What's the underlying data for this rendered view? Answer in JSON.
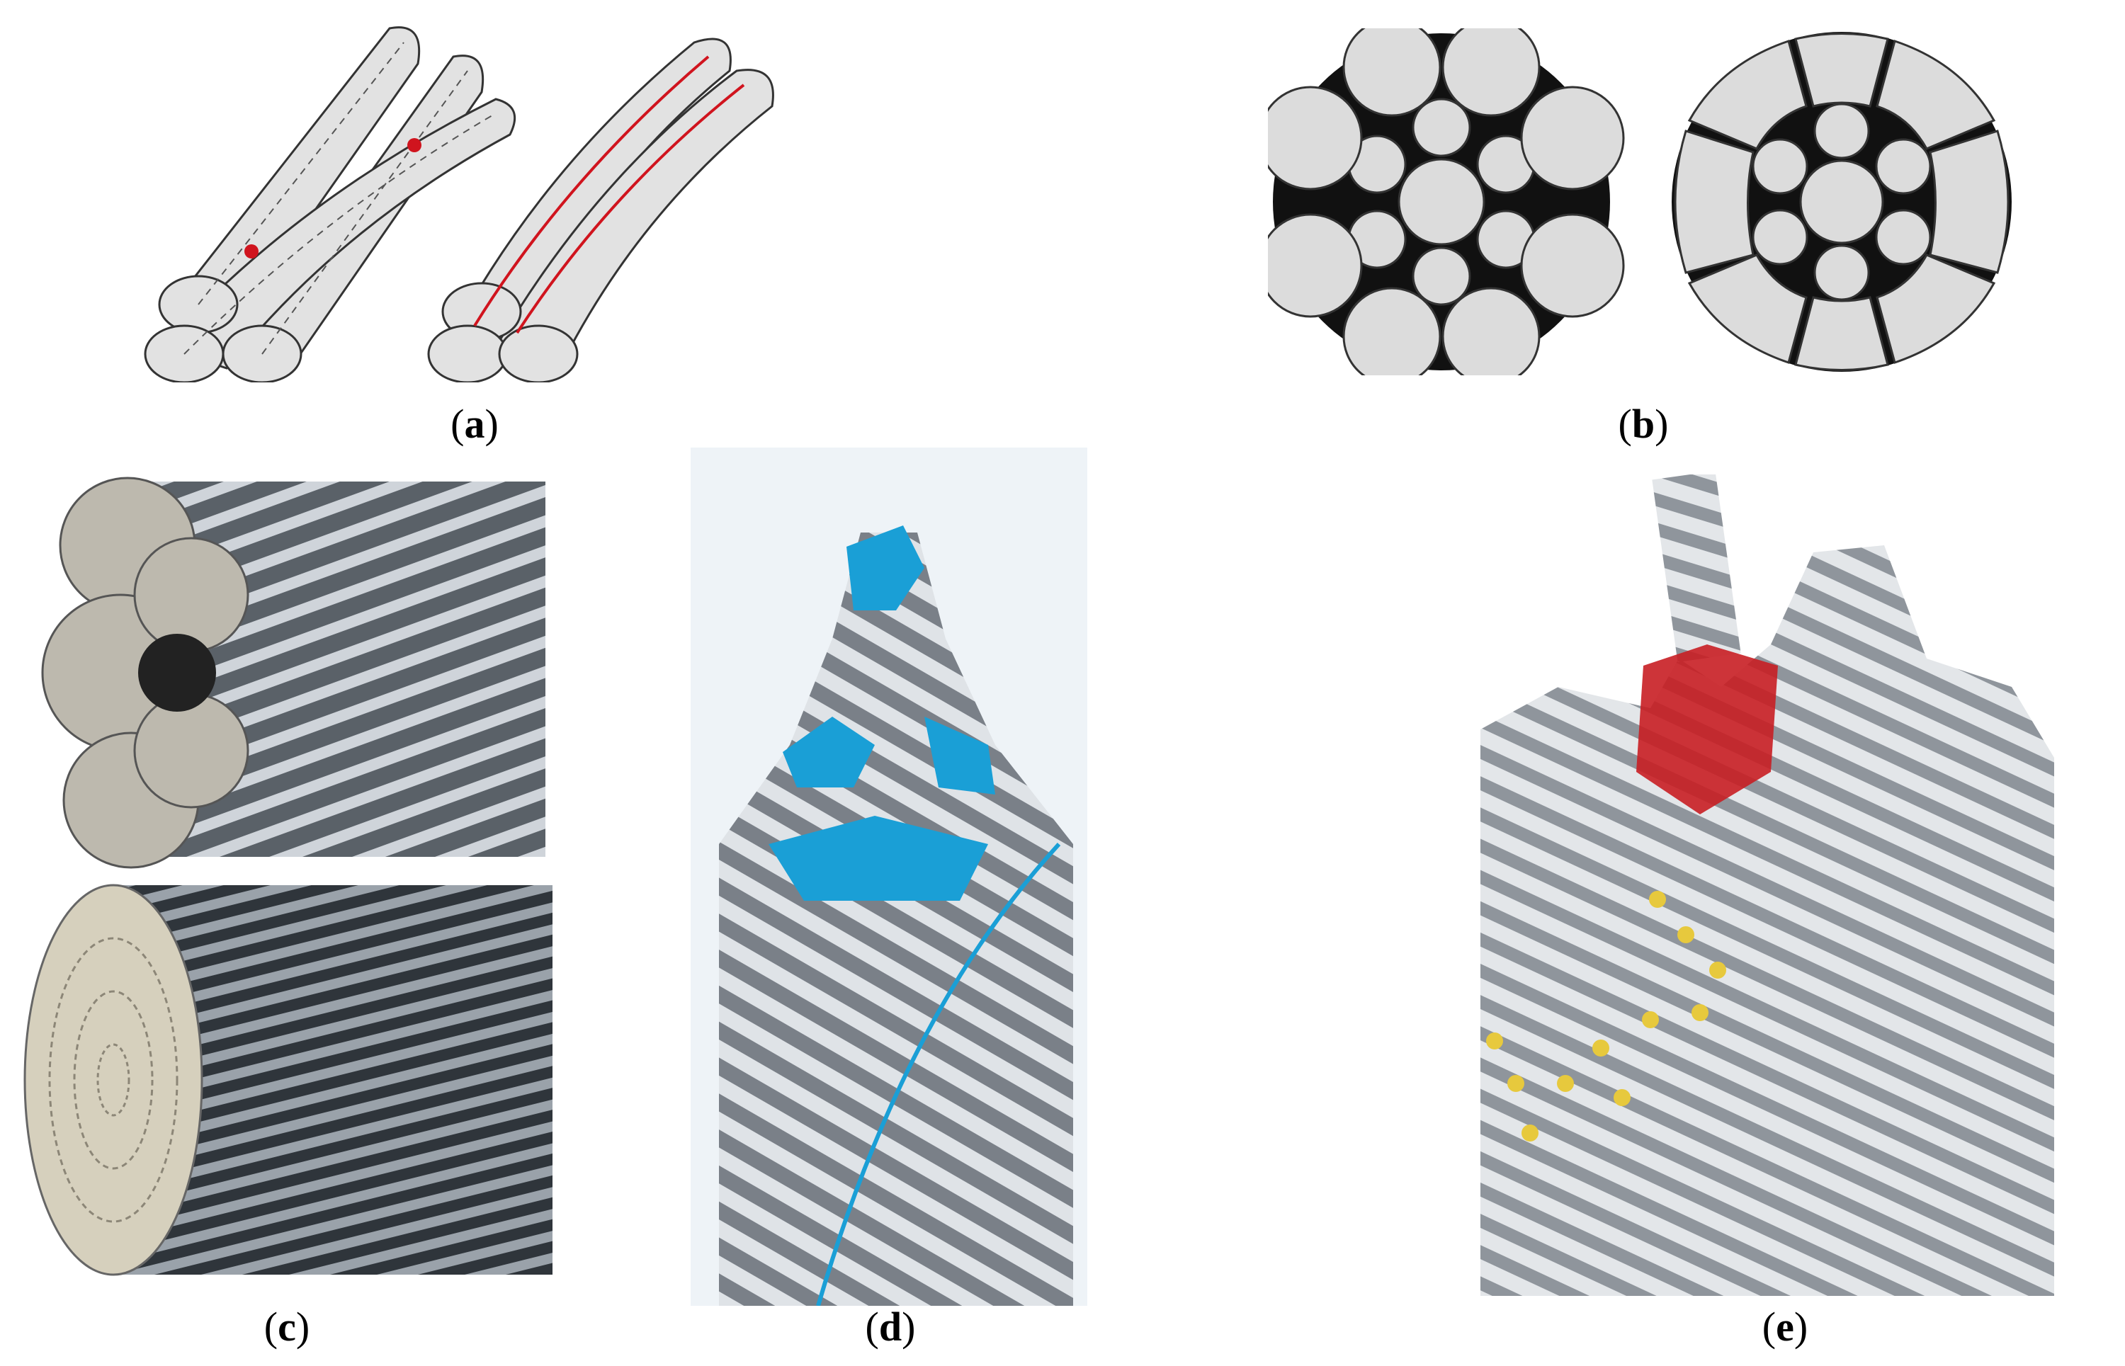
{
  "captions": [
    {
      "id": "a",
      "open": "(",
      "letter": "a",
      "close": ")"
    },
    {
      "id": "b",
      "open": "(",
      "letter": "b",
      "close": ")"
    },
    {
      "id": "c",
      "open": "(",
      "letter": "c",
      "close": ")"
    },
    {
      "id": "d",
      "open": "(",
      "letter": "d",
      "close": ")"
    },
    {
      "id": "e",
      "open": "(",
      "letter": "e",
      "close": ")"
    }
  ],
  "colors": {
    "wire_fill": "#e2e2e2",
    "wire_stroke": "#333333",
    "contact_red": "#d0141e",
    "separator_blue": "#1a9fd6",
    "separator_red": "#c81e24",
    "steel_dark": "#4d545b",
    "steel_light": "#d7dbe0",
    "core_yellow": "#e7c93d"
  },
  "panels": {
    "a": {
      "content": "point-contact and line-contact wire lay diagrams"
    },
    "b": {
      "content": "round-wire and compacted strand cross sections"
    },
    "c": {
      "content": "stranded rope and spiral strand renders"
    },
    "d": {
      "content": "rope with blue plastic separator"
    },
    "e": {
      "content": "rope with red plastic core separator"
    }
  }
}
